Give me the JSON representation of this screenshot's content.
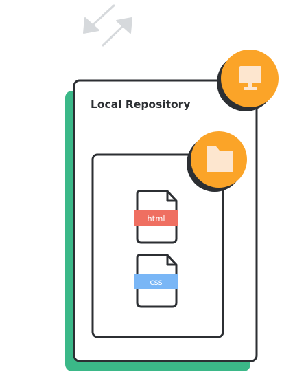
{
  "diagram": {
    "repository_title": "Local Repository",
    "files": [
      {
        "label": "html",
        "color": "#ef6f61"
      },
      {
        "label": "css",
        "color": "#79b6f6"
      }
    ],
    "icons": [
      "sync-arrows-icon",
      "monitor-icon",
      "folder-icon"
    ],
    "colors": {
      "outline": "#2c2f33",
      "shadow_green": "#3bb888",
      "badge_orange": "#fba428",
      "badge_icon": "#fde6cf",
      "arrows": "#d6d9dc",
      "background": "#ffffff"
    }
  }
}
